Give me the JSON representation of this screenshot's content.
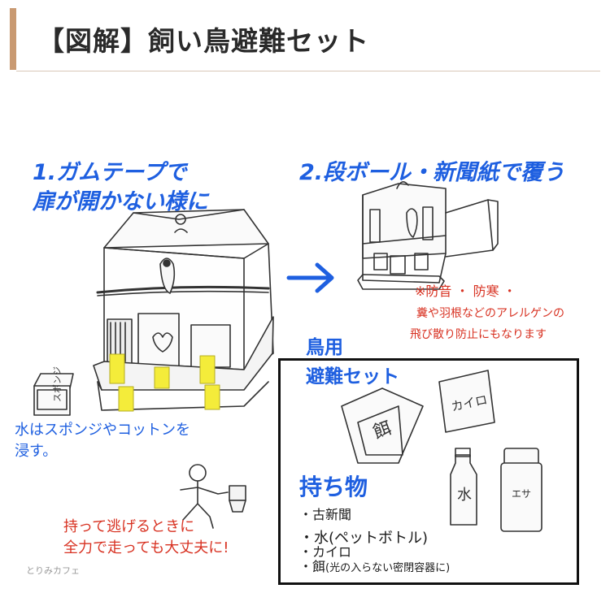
{
  "header": {
    "title": "【図解】飼い鳥避難セット"
  },
  "step1": {
    "line1": "1.ガムテープで",
    "line2": "扉が開かない様に"
  },
  "step2": {
    "title": "2.段ボール・新聞紙で覆う"
  },
  "cover_notes": {
    "line1": "※防音 ・ 防寒 ・",
    "line2": "糞や羽根などのアレルゲンの",
    "line3": "飛び散り防止にもなります"
  },
  "sponge_note": "水はスポンジやコットンを\n浸す。",
  "run_note": "持って逃げるときに\n全力で走っても大丈夫に!",
  "kit": {
    "title_line1": "鳥用",
    "title_line2": "避難セット",
    "belongings_title": "持ち物",
    "items": [
      "・古新聞",
      "・水(ペットボトル)",
      "・カイロ",
      "・餌"
    ],
    "item4_note": "(光の入らない密閉容器に)"
  },
  "drawing_labels": {
    "sponge_box": "スポンジ",
    "kairo_pack": "カイロ",
    "feed_bag": "餌",
    "water_bottle": "水",
    "feed_container": "エサ"
  },
  "watermark": "とりみカフェ",
  "colors": {
    "accent_bar": "#c99a72",
    "blue_text": "#1e5fe0",
    "red_text": "#d83222",
    "tape": "#f4ec3a"
  }
}
